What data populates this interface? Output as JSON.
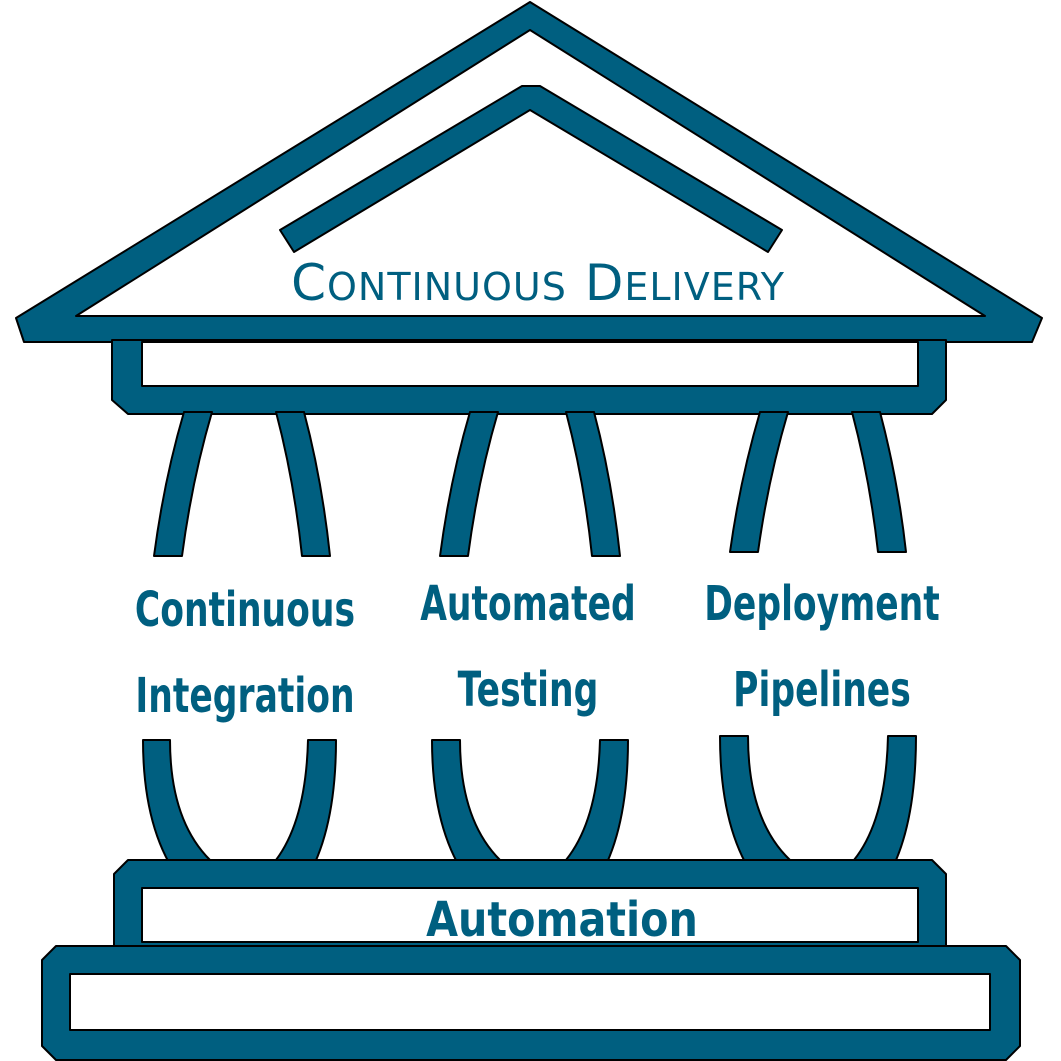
{
  "roof": {
    "title_big_1": "C",
    "title_small_1": "ONTINUOUS",
    "title_big_2": "D",
    "title_small_2": "ELIVERY"
  },
  "pillars": [
    {
      "line1": "Continuous",
      "line2": "Integration"
    },
    {
      "line1": "Automated",
      "line2": "Testing"
    },
    {
      "line1": "Deployment",
      "line2": "Pipelines"
    }
  ],
  "base": {
    "label": "Automation"
  },
  "colors": {
    "primary": "#005f80",
    "outline": "#000000",
    "background": "#ffffff"
  }
}
